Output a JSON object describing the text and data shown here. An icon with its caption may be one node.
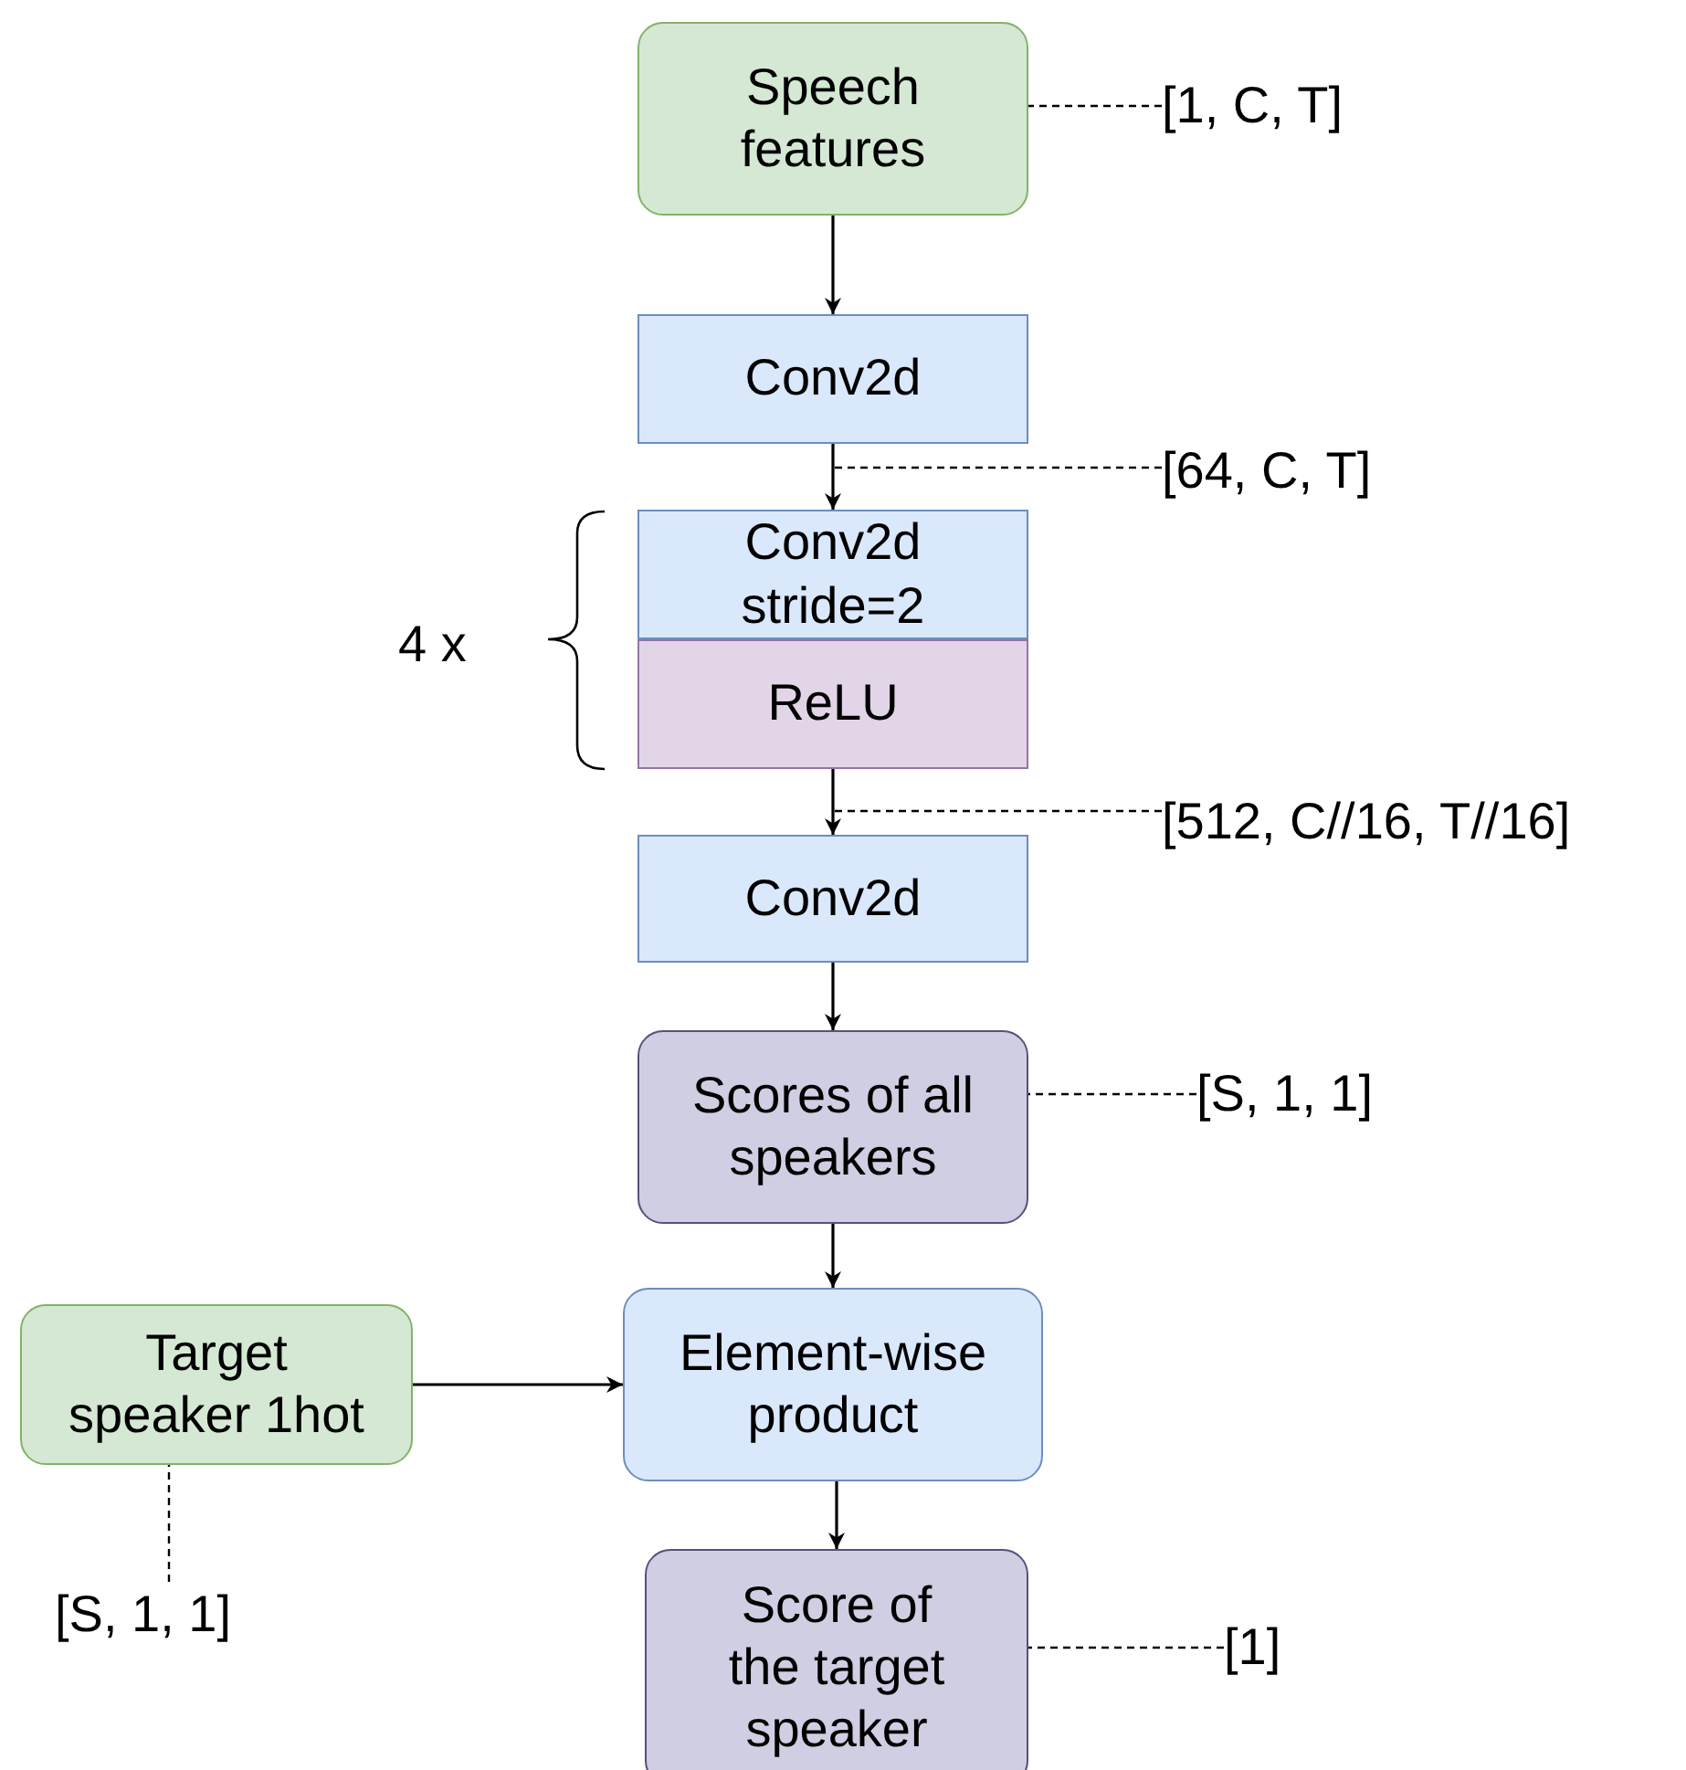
{
  "diagram": {
    "nodes": [
      {
        "text": [
          "Speech features"
        ]
      },
      {
        "text": [
          "Conv2d"
        ]
      },
      {
        "text": [
          "Conv2d stride=2"
        ]
      },
      {
        "text": [
          "ReLU"
        ]
      },
      {
        "text": [
          "Conv2d"
        ]
      },
      {
        "text": [
          "Scores of all speakers"
        ]
      },
      {
        "text": [
          "Target speaker 1hot"
        ]
      },
      {
        "text": [
          "Element-wise product"
        ]
      },
      {
        "text": [
          "Score of the target speaker"
        ]
      },
      {
        "text": [
          "[1, C, T]"
        ]
      },
      {
        "text": [
          "[64, C, T]"
        ]
      },
      {
        "text": [
          "[512, C//16, T//16]"
        ]
      },
      {
        "text": [
          "[S, 1, 1]"
        ]
      },
      {
        "text": [
          "[S, 1, 1]"
        ]
      },
      {
        "text": [
          "[1]"
        ]
      }
    ],
    "edges": [
      {
        "from": 0,
        "to": 1,
        "arrow": "to"
      },
      {
        "from": 1,
        "to": 2,
        "arrow": "to"
      },
      {
        "from": 3,
        "to": 4,
        "arrow": "to"
      },
      {
        "from": 4,
        "to": 5,
        "arrow": "to"
      },
      {
        "from": 5,
        "to": 7,
        "arrow": "to"
      },
      {
        "from": 6,
        "to": 7,
        "arrow": "to"
      },
      {
        "from": 7,
        "to": 8,
        "arrow": "to"
      },
      {
        "from": 9,
        "to": 0,
        "arrow": "none",
        "style": "dashed"
      },
      {
        "from": 10,
        "to": null,
        "arrow": "none",
        "style": "dashed"
      },
      {
        "from": 11,
        "to": null,
        "arrow": "none",
        "style": "dashed"
      },
      {
        "from": 12,
        "to": 5,
        "arrow": "none",
        "style": "dashed"
      },
      {
        "from": 13,
        "to": 6,
        "arrow": "none",
        "style": "dashed"
      },
      {
        "from": 14,
        "to": 8,
        "arrow": "none",
        "style": "dashed"
      }
    ],
    "labels": [
      "4 x"
    ]
  }
}
